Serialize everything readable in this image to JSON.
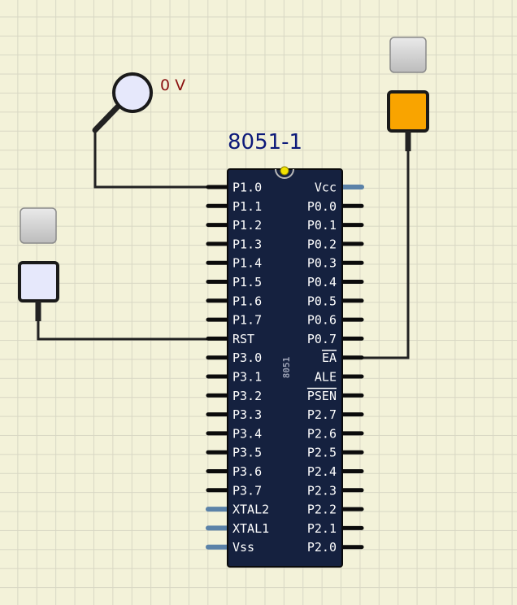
{
  "chip": {
    "title": "8051-1",
    "body_label": "8051",
    "left_pins": [
      "P1.0",
      "P1.1",
      "P1.2",
      "P1.3",
      "P1.4",
      "P1.5",
      "P1.6",
      "P1.7",
      "RST",
      "P3.0",
      "P3.1",
      "P3.2",
      "P3.3",
      "P3.4",
      "P3.5",
      "P3.6",
      "P3.7",
      "XTAL2",
      "XTAL1",
      "Vss"
    ],
    "right_pins": [
      "Vcc",
      "P0.0",
      "P0.1",
      "P0.2",
      "P0.3",
      "P0.4",
      "P0.5",
      "P0.6",
      "P0.7",
      "EA",
      "ALE",
      "PSEN",
      "P2.7",
      "P2.6",
      "P2.5",
      "P2.4",
      "P2.3",
      "P2.2",
      "P2.1",
      "P2.0"
    ],
    "overlined_pins": [
      "EA",
      "PSEN"
    ],
    "power_pins": [
      "XTAL2",
      "XTAL1",
      "Vss",
      "Vcc"
    ]
  },
  "probe": {
    "reading": "0 V"
  },
  "switches": [
    {
      "id": "rst-switch",
      "state": "off"
    },
    {
      "id": "ea-switch",
      "state": "on"
    }
  ],
  "colors": {
    "chip_body": "#15213f",
    "wire": "#222222",
    "power_pin": "#5b82a8",
    "switch_on": "#f9a400",
    "switch_off": "#e6e8fb",
    "indicator": "#f2e200"
  }
}
